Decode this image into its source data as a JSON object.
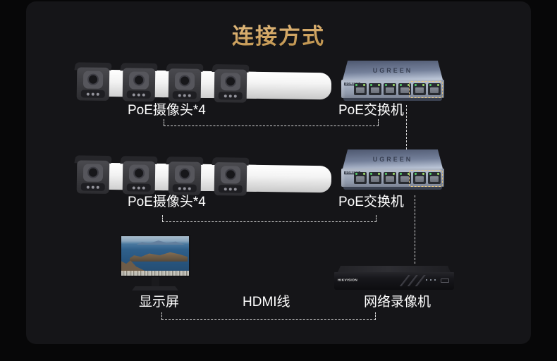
{
  "title": "连接方式",
  "diagram": {
    "row1": {
      "camera_label": "PoE摄像头*4",
      "switch_label": "PoE交换机",
      "switch_brand": "UGREEN"
    },
    "row2": {
      "camera_label": "PoE摄像头*4",
      "switch_label": "PoE交换机",
      "switch_brand": "UGREEN"
    },
    "row3": {
      "monitor_label": "显示屏",
      "cable_label": "HDMI线",
      "nvr_label": "网络录像机",
      "nvr_brand": "HIKVISION"
    }
  },
  "colors": {
    "background": "#070708",
    "panel": "#151518",
    "title_gold": "#d8ad6d",
    "label_text": "#ffffff",
    "connector_line": "#d8d8d8",
    "port_highlight": "#e7c67f",
    "switch_body": "#9aa4b6",
    "led_green": "#55d169"
  }
}
